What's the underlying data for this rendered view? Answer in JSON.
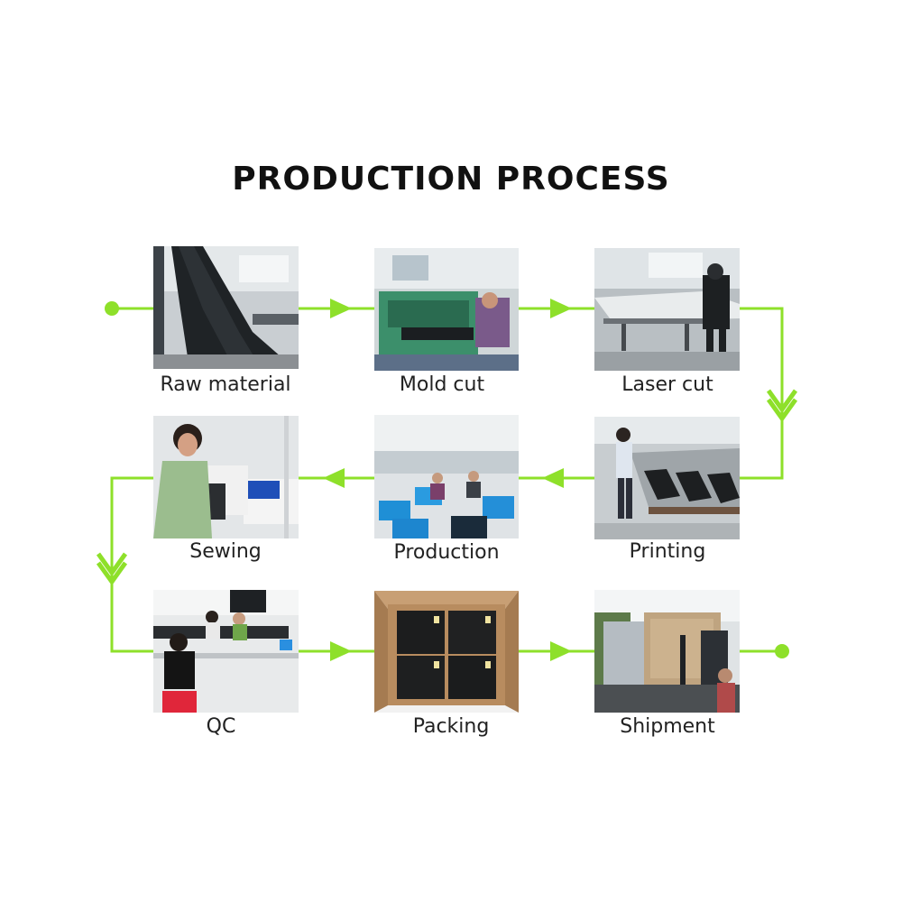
{
  "title": "PRODUCTION PROCESS",
  "colors": {
    "connector": "#8ee02a",
    "text": "#222222"
  },
  "steps": [
    {
      "label": "Raw material"
    },
    {
      "label": "Mold cut"
    },
    {
      "label": "Laser cut"
    },
    {
      "label": "Printing"
    },
    {
      "label": "Production"
    },
    {
      "label": "Sewing"
    },
    {
      "label": "QC"
    },
    {
      "label": "Packing"
    },
    {
      "label": "Shipment"
    }
  ]
}
